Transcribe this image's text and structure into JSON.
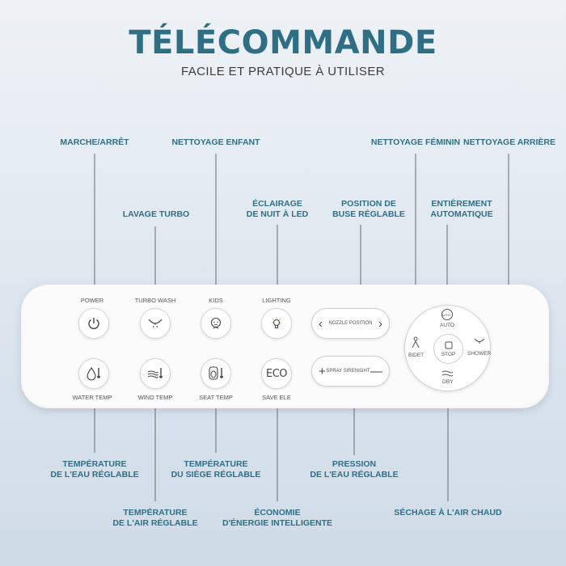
{
  "header": {
    "title": "TÉLÉCOMMANDE",
    "subtitle": "FACILE ET PRATIQUE À UTILISER"
  },
  "callouts": {
    "power": "MARCHE/ARRÊT",
    "kids": "NETTOYAGE ENFANT",
    "feminine": "NETTOYAGE FÉMININ",
    "rear": "NETTOYAGE ARRIÈRE",
    "turbo": "LAVAGE TURBO",
    "lighting_line1": "ÉCLAIRAGE",
    "lighting_line2": "DE NUIT À LED",
    "nozzle_line1": "POSITION DE",
    "nozzle_line2": "BUSE RÉGLABLE",
    "auto_line1": "ENTIÈREMENT",
    "auto_line2": "AUTOMATIQUE",
    "water_temp_line1": "TEMPÉRATURE",
    "water_temp_line2": "DE L'EAU RÉGLABLE",
    "seat_temp_line1": "TEMPÉRATURE",
    "seat_temp_line2": "DU SIÈGE RÉGLABLE",
    "pressure_line1": "PRESSION",
    "pressure_line2": "DE L'EAU RÉGLABLE",
    "air_temp_line1": "TEMPÉRATURE",
    "air_temp_line2": "DE L'AIR RÉGLABLE",
    "energy_line1": "ÉCONOMIE",
    "energy_line2": "D'ÉNERGIE INTELLIGENTE",
    "dry": "SÉCHAGE À L'AIR CHAUD"
  },
  "remote": {
    "power_label": "POWER",
    "turbo_label": "TURBO WASH",
    "kids_label": "KIDS",
    "lighting_label": "LIGHTING",
    "water_temp_label": "WATER TEMP",
    "wind_temp_label": "WIND TEMP",
    "seat_temp_label": "SEAT TEMP",
    "save_label": "SAVE ELE",
    "eco_text": "ECO",
    "nozzle_text": "NOZZLE POSITION",
    "spray_text": "SPRAY SIRENIGHT",
    "plus_sign": "+",
    "minus_sign": "—",
    "dial": {
      "auto_badge": "AUTO",
      "auto_label": "AUTO",
      "stop_label": "STOP",
      "bidet_label": "BIDET",
      "shower_label": "SHOWER",
      "dry_label": "DRY"
    }
  },
  "colors": {
    "accent": "#2f6f86",
    "line": "#6b6b6b"
  }
}
